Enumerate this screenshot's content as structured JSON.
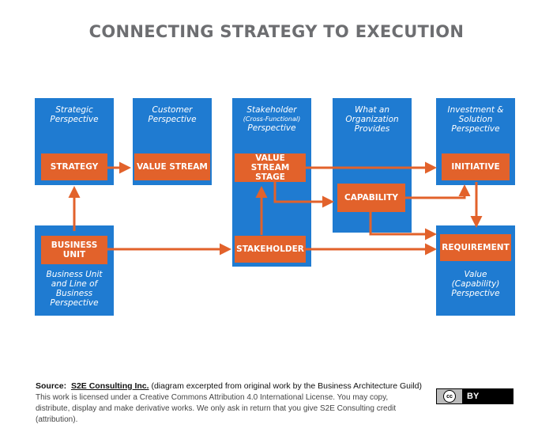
{
  "title": "CONNECTING STRATEGY TO EXECUTION",
  "panels": {
    "strategic": "Strategic\nPerspective",
    "customer": "Customer\nPerspective",
    "stakeholder_top": "Stakeholder",
    "stakeholder_sub": "(Cross-Functional)",
    "stakeholder_bottom": "Perspective",
    "what": "What an\nOrganization\nProvides",
    "investment": "Investment &\nSolution\nPerspective",
    "business": "Business Unit\nand Line of\nBusiness\nPerspective",
    "value": "Value\n(Capability)\nPerspective"
  },
  "nodes": {
    "strategy": "STRATEGY",
    "value_stream": "VALUE STREAM",
    "value_stream_stage": "VALUE STREAM\nSTAGE",
    "capability": "CAPABILITY",
    "initiative": "INITIATIVE",
    "business_unit": "BUSINESS\nUNIT",
    "stakeholder": "STAKEHOLDER",
    "requirement": "REQUIREMENT"
  },
  "footer": {
    "source_label": "Source:",
    "source_org": "S2E Consulting Inc.",
    "source_rest": " (diagram excerpted from original work by the Business Architecture Guild)",
    "license": "This work is licensed under a Creative Commons Attribution 4.0 International License. You may copy, distribute, display and make derivative works. We only ask in return that you give S2E Consulting credit (attribution).",
    "cc_badge": "cc",
    "by_badge": "BY"
  },
  "colors": {
    "panel": "#1f7bd1",
    "node": "#e2622b",
    "arrow": "#e2622b",
    "title": "#6d6e71"
  }
}
